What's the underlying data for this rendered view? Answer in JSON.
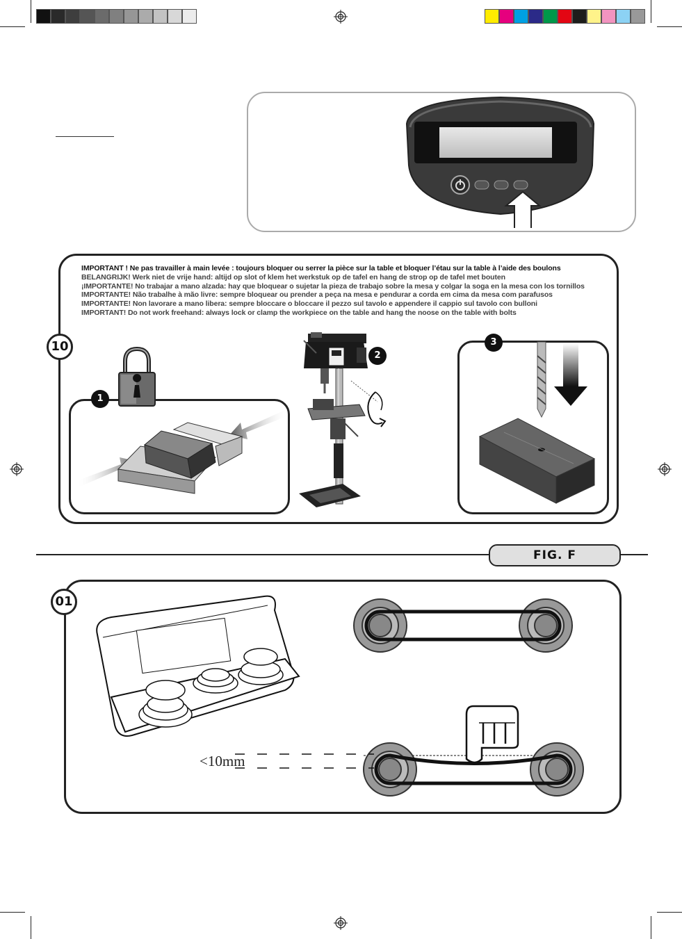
{
  "colors": {
    "grayscale_bar": [
      "#111111",
      "#2a2a2a",
      "#3e3e3e",
      "#555555",
      "#6b6b6b",
      "#808080",
      "#969696",
      "#ababab",
      "#c3c3c3",
      "#d8d8d8",
      "#ececec",
      "#ffffff"
    ],
    "color_bar": [
      "#ffec00",
      "#e6007e",
      "#00a0e3",
      "#2b2a88",
      "#00984a",
      "#e30613",
      "#1d1d1b",
      "#fff38a",
      "#f294c0",
      "#8cd2f4",
      "#999999"
    ]
  },
  "warning": {
    "lines": [
      "IMPORTANT ! Ne pas travailler à main levée : toujours bloquer ou serrer la pièce sur la table et bloquer l’étau sur la table à l’aide des boulons",
      "BELANGRIJK!  Werk niet de vrije hand: altijd op slot of klem het werkstuk op de tafel en hang de strop op de tafel met bouten",
      "¡IMPORTANTE!  No trabajar a mano alzada: hay que bloquear o sujetar la pieza de trabajo sobre la mesa y colgar la soga en la mesa con los tornillos",
      "IMPORTANTE! Não trabalhe à mão livre: sempre bloquear ou prender a peça na mesa e pendurar a corda em cima da mesa com parafusos",
      "IMPORTANTE! Non lavorare a mano libera: sempre bloccare o bloccare il pezzo sul tavolo e appendere il cappio sul tavolo con bulloni",
      "IMPORTANT! Do not work freehand: always lock or clamp the workpiece on the table and hang the noose on the table with bolts"
    ]
  },
  "steps": {
    "step10": "10",
    "sub1": "1",
    "sub2": "2",
    "sub3": "3",
    "step01": "01"
  },
  "figure_tab": "FIG. F",
  "belt_deflection": "<10mm",
  "icons": [
    "lock-icon",
    "power-icon",
    "press-arrow-icon",
    "pointing-hand-icon",
    "registration-mark-icon",
    "rotate-arrow-icon",
    "down-arrow-icon"
  ]
}
